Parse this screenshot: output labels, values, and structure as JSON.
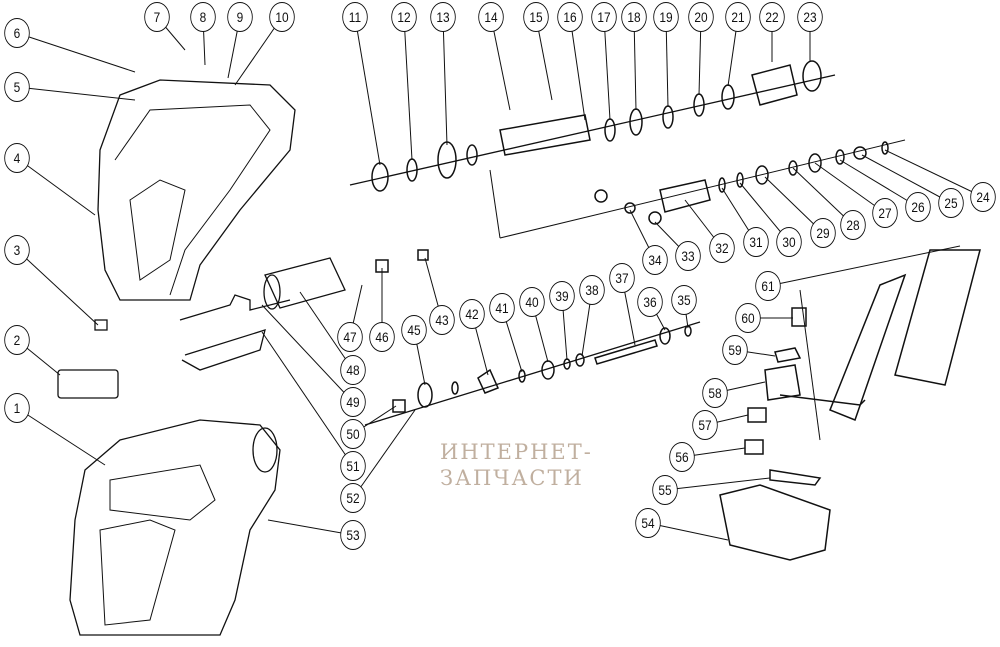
{
  "diagram": {
    "callouts": [
      "1",
      "2",
      "3",
      "4",
      "5",
      "6",
      "7",
      "8",
      "9",
      "10",
      "11",
      "12",
      "13",
      "14",
      "15",
      "16",
      "17",
      "18",
      "19",
      "20",
      "21",
      "22",
      "23",
      "24",
      "25",
      "26",
      "27",
      "28",
      "29",
      "30",
      "31",
      "32",
      "33",
      "34",
      "35",
      "36",
      "37",
      "38",
      "39",
      "40",
      "41",
      "42",
      "43",
      "45",
      "46",
      "47",
      "48",
      "49",
      "50",
      "51",
      "52",
      "53",
      "54",
      "55",
      "56",
      "57",
      "58",
      "59",
      "60",
      "61"
    ],
    "watermark": {
      "line1": "ИНТЕРНЕТ-",
      "line2": "ЗАПЧАСТИ"
    }
  }
}
